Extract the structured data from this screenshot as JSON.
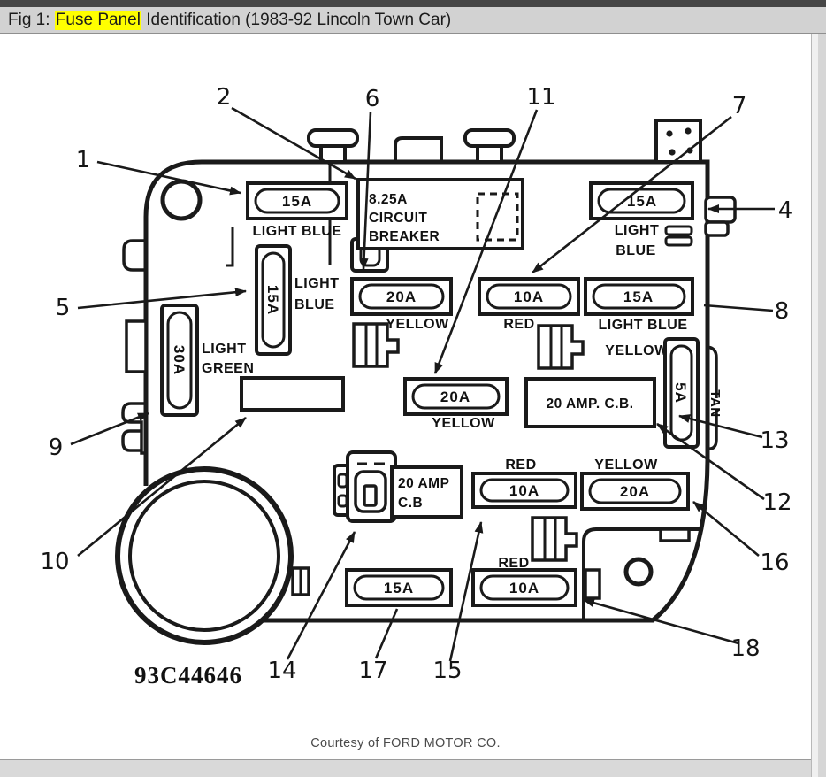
{
  "header": {
    "prefix": "Fig 1: ",
    "highlight": "Fuse Panel",
    "suffix": " Identification (1983-92 Lincoln Town Car)",
    "highlight_color": "#ffff00"
  },
  "footer": {
    "credit": "Courtesy of FORD MOTOR CO."
  },
  "diagram": {
    "part_number": "93C44646",
    "callouts": {
      "c1": "1",
      "c2": "2",
      "c4": "4",
      "c5": "5",
      "c6": "6",
      "c7": "7",
      "c8": "8",
      "c9": "9",
      "c10": "10",
      "c11": "11",
      "c12": "12",
      "c13": "13",
      "c14": "14",
      "c15": "15",
      "c16": "16",
      "c17": "17",
      "c18": "18"
    },
    "fuses": {
      "f1_amps": "15A",
      "f1_color": "LIGHT BLUE",
      "cb1_l1": "8.25A",
      "cb1_l2": "CIRCUIT",
      "cb1_l3": "BREAKER",
      "f4_amps": "15A",
      "f4_color1": "LIGHT",
      "f4_color2": "BLUE",
      "f5_amps": "15A",
      "f5_color1": "LIGHT",
      "f5_color2": "BLUE",
      "f6_amps": "20A",
      "f6_color": "YELLOW",
      "f7_amps": "10A",
      "f7_color": "RED",
      "f8_amps": "15A",
      "f8_color": "LIGHT BLUE",
      "f8_extra": "YELLOW",
      "f9_amps": "30A",
      "f9_color1": "LIGHT",
      "f9_color2": "GREEN",
      "f11_amps": "20A",
      "f11_color": "YELLOW",
      "cb12_label": "20 AMP. C.B.",
      "f13_amps": "5A",
      "f13_color": "TAN",
      "cb14_l1": "20 AMP",
      "cb14_l2": "C.B",
      "f15_color": "RED",
      "f15_amps": "10A",
      "f16_color": "YELLOW",
      "f16_amps": "20A",
      "f17_amps": "15A",
      "f18_color": "RED",
      "f18_amps": "10A"
    }
  }
}
